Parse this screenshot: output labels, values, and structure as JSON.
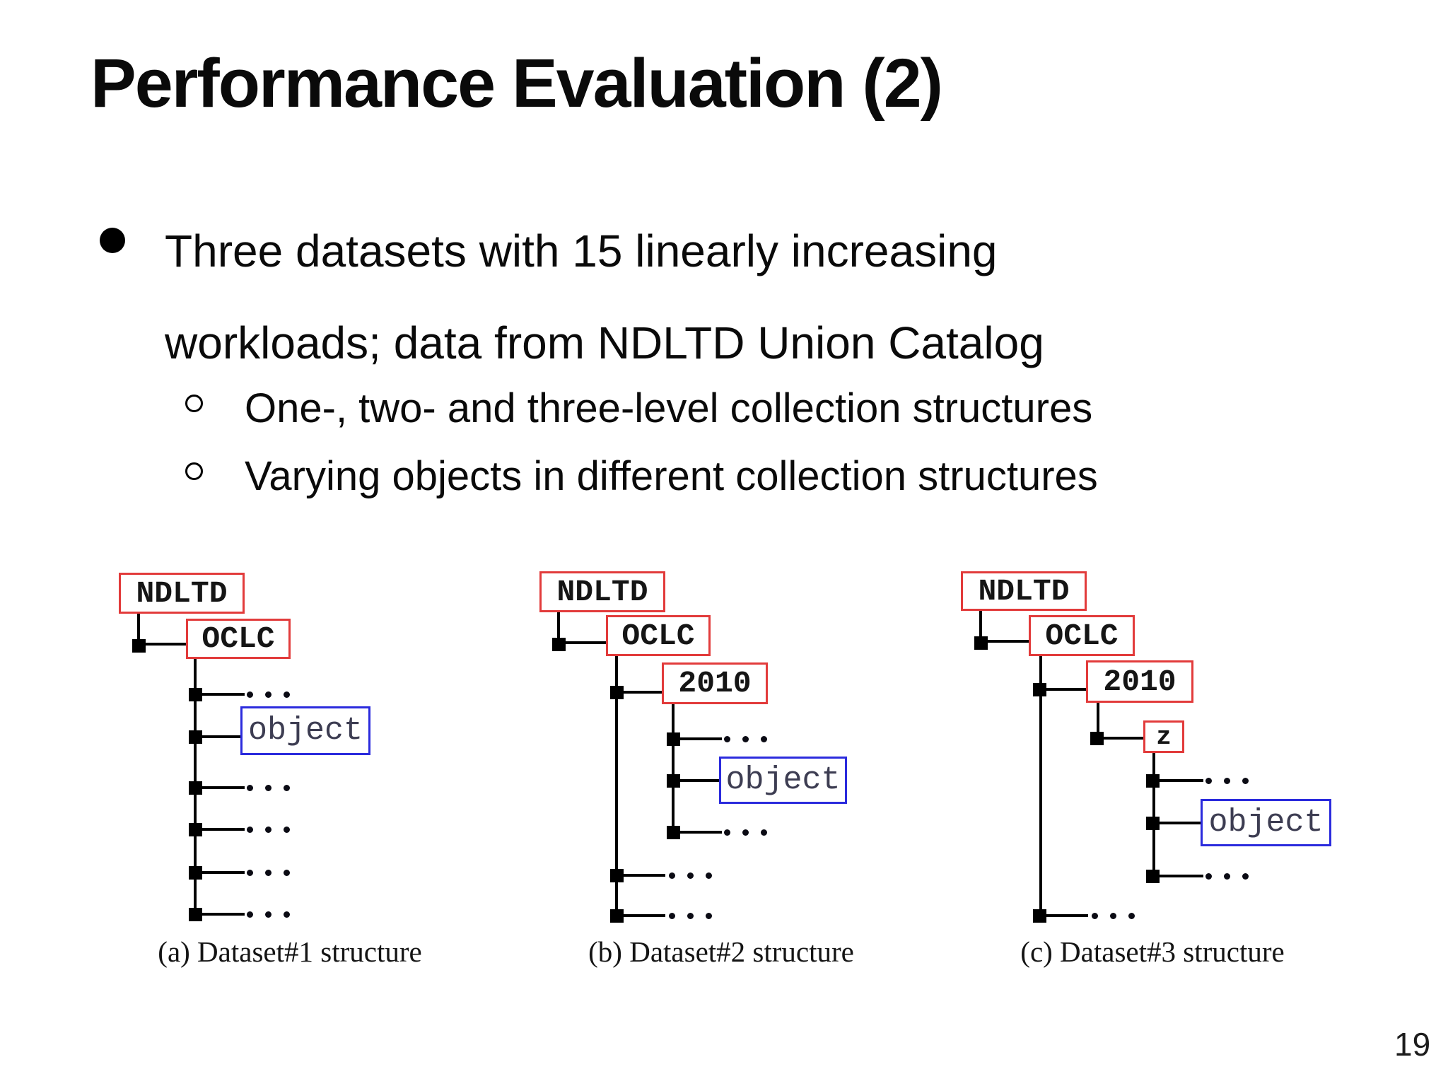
{
  "slide": {
    "title": "Performance Evaluation (2)",
    "page_number": "19",
    "background": "#ffffff"
  },
  "bullets": {
    "main": {
      "lines": [
        "Three datasets with 15 linearly increasing",
        "workloads; data from NDLTD Union Catalog"
      ]
    },
    "sub": [
      "One-, two- and three-level collection structures",
      "Varying objects in different collection structures"
    ]
  },
  "figures": {
    "colors": {
      "collection_box_border": "#e23b3b",
      "object_box_border": "#2b2bdd",
      "line_color": "#000000",
      "object_text_color": "#3d3d52"
    },
    "a": {
      "caption": "(a) Dataset#1 structure",
      "nodes": {
        "root": "NDLTD",
        "level1": "OCLC",
        "object": "object"
      }
    },
    "b": {
      "caption": "(b) Dataset#2 structure",
      "nodes": {
        "root": "NDLTD",
        "level1": "OCLC",
        "level2": "2010",
        "object": "object"
      }
    },
    "c": {
      "caption": "(c) Dataset#3 structure",
      "nodes": {
        "root": "NDLTD",
        "level1": "OCLC",
        "level2": "2010",
        "level3": "z",
        "object": "object"
      }
    }
  }
}
